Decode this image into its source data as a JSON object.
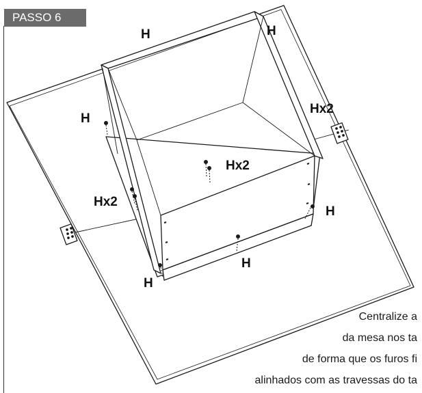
{
  "step": {
    "label": "PASSO 6"
  },
  "labels": {
    "h_top": "H",
    "h_top_right": "H",
    "h_left": "H",
    "hx2_right": "Hx2",
    "hx2_center": "Hx2",
    "hx2_left": "Hx2",
    "h_right": "H",
    "h_bottom": "H",
    "h_bottom_left": "H"
  },
  "instruction": {
    "line1": "Centralize a",
    "line2": "da mesa nos ta",
    "line3": "de forma que os furos fi",
    "line4": "alinhados com as travessas do ta"
  },
  "colors": {
    "stroke": "#1a1a1a",
    "badge": "#6b6b6b"
  }
}
